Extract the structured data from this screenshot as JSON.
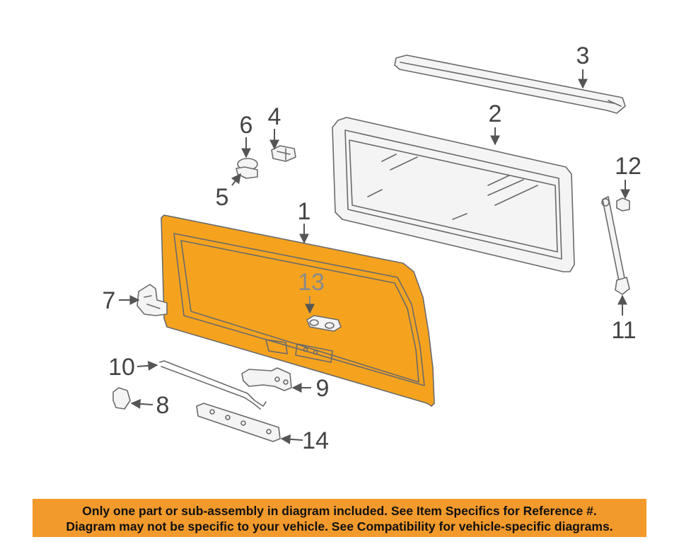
{
  "callouts": {
    "c1": "1",
    "c2": "2",
    "c3": "3",
    "c4": "4",
    "c5": "5",
    "c6": "6",
    "c7": "7",
    "c8": "8",
    "c9": "9",
    "c10": "10",
    "c11": "11",
    "c12": "12",
    "c13": "13",
    "c14": "14"
  },
  "notice": {
    "line1": "Only one part or sub-assembly in diagram included. See Item Specifics for Reference #.",
    "line2": "Diagram may not be specific to your vehicle. See Compatibility for vehicle-specific diagrams."
  },
  "colors": {
    "highlight_part": "#f5a31f",
    "notice_background": "#f39a2c",
    "line_art": "#6a6a6a"
  }
}
